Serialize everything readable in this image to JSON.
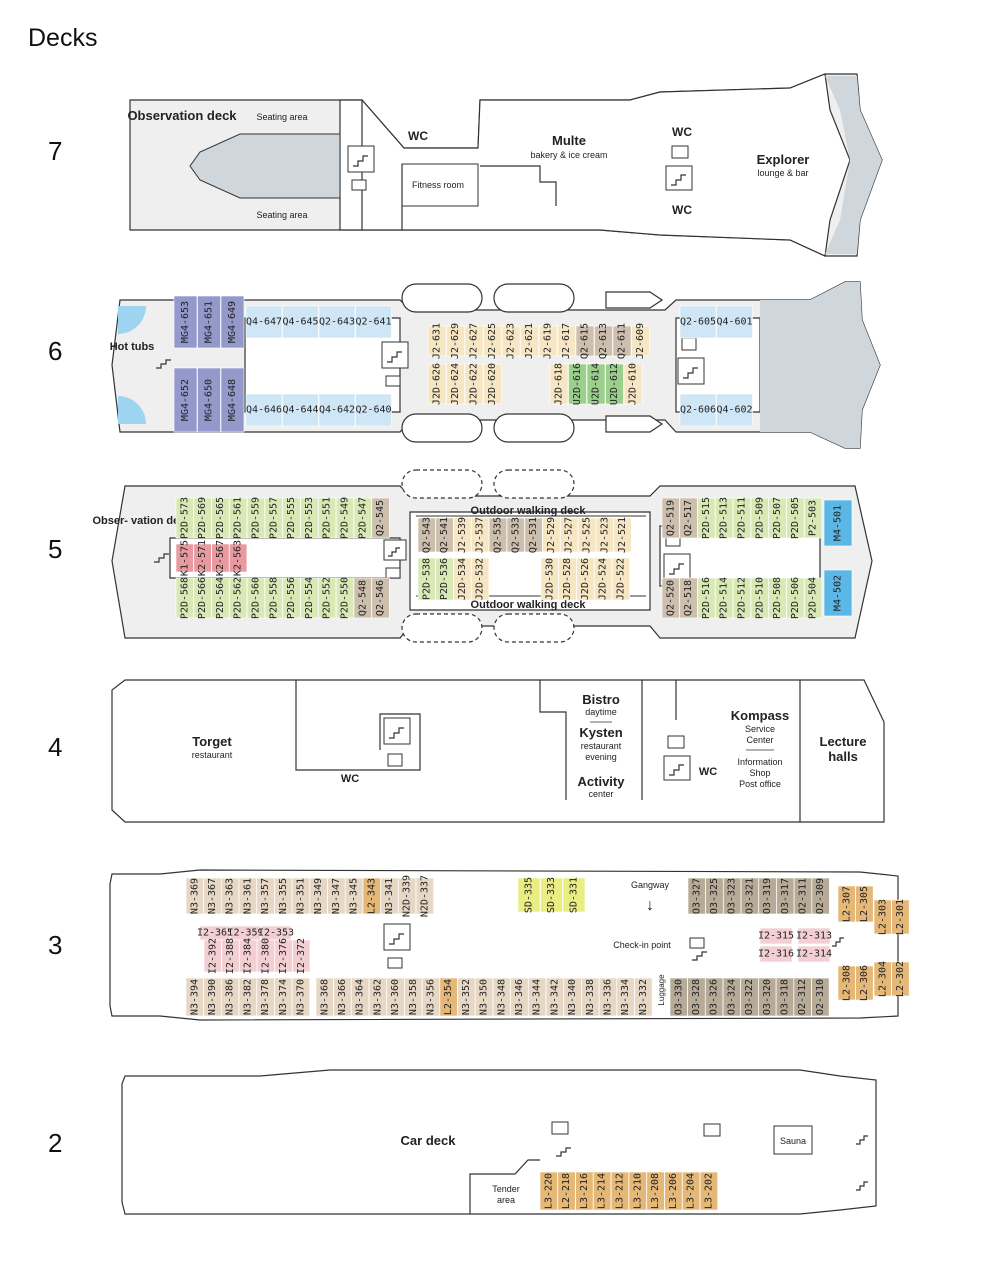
{
  "title": "Decks",
  "colors": {
    "MG4": "#9499cc",
    "Q": "#cfe6f6",
    "J2": "#f6e6c4",
    "Q2": "#cdbfae",
    "U2D": "#9bd08c",
    "P2D": "#d8e9b6",
    "P2": "#d8e9b6",
    "M4": "#5bb8e6",
    "K": "#e89aa0",
    "I2": "#f3cfd4",
    "N3": "#e7d8c6",
    "N2D": "#e7d8c6",
    "L2": "#e6b877",
    "L3": "#e6b877",
    "SD": "#eaed82",
    "O3": "#b7ab98"
  },
  "decks": [
    {
      "number": "7",
      "labels": {
        "observation": "Observation deck",
        "seating_top": "Seating area",
        "seating_bottom": "Seating area",
        "wc": "WC",
        "fitness": "Fitness room",
        "multe": "Multe",
        "multe_sub": "bakery & ice cream",
        "wc2": "WC",
        "wc3": "WC",
        "explorer": "Explorer",
        "explorer_sub": "lounge & bar"
      }
    },
    {
      "number": "6",
      "labels": {
        "hot_tubs": "Hot tubs"
      },
      "cabins": [
        {
          "id": "MG4-653",
          "cls": "MG4"
        },
        {
          "id": "MG4-651",
          "cls": "MG4"
        },
        {
          "id": "MG4-649",
          "cls": "MG4"
        },
        {
          "id": "Q4-647",
          "cls": "Q"
        },
        {
          "id": "Q4-645",
          "cls": "Q"
        },
        {
          "id": "Q2-643",
          "cls": "Q"
        },
        {
          "id": "Q2-641",
          "cls": "Q"
        },
        {
          "id": "MG4-652",
          "cls": "MG4"
        },
        {
          "id": "MG4-650",
          "cls": "MG4"
        },
        {
          "id": "MG4-648",
          "cls": "MG4"
        },
        {
          "id": "Q4-646",
          "cls": "Q"
        },
        {
          "id": "Q4-644",
          "cls": "Q"
        },
        {
          "id": "Q4-642",
          "cls": "Q"
        },
        {
          "id": "Q2-640",
          "cls": "Q"
        },
        {
          "id": "J2-631",
          "cls": "J2"
        },
        {
          "id": "J2-629",
          "cls": "J2"
        },
        {
          "id": "J2-627",
          "cls": "J2"
        },
        {
          "id": "J2-625",
          "cls": "J2"
        },
        {
          "id": "J2-623",
          "cls": "J2"
        },
        {
          "id": "J2-621",
          "cls": "J2"
        },
        {
          "id": "J2-619",
          "cls": "J2"
        },
        {
          "id": "J2-617",
          "cls": "J2"
        },
        {
          "id": "Q2-615",
          "cls": "Q2"
        },
        {
          "id": "Q2-613",
          "cls": "Q2"
        },
        {
          "id": "Q2-611",
          "cls": "Q2"
        },
        {
          "id": "J2-609",
          "cls": "J2"
        },
        {
          "id": "J2D-626",
          "cls": "J2"
        },
        {
          "id": "J2D-624",
          "cls": "J2"
        },
        {
          "id": "J2D-622",
          "cls": "J2"
        },
        {
          "id": "J2D-620",
          "cls": "J2"
        },
        {
          "id": "J2D-618",
          "cls": "J2"
        },
        {
          "id": "U2D-616",
          "cls": "U2D"
        },
        {
          "id": "U2D-614",
          "cls": "U2D"
        },
        {
          "id": "U2D-612",
          "cls": "U2D"
        },
        {
          "id": "J2D-610",
          "cls": "J2"
        },
        {
          "id": "Q2-605",
          "cls": "Q"
        },
        {
          "id": "Q4-601",
          "cls": "Q"
        },
        {
          "id": "Q2-606",
          "cls": "Q"
        },
        {
          "id": "Q4-602",
          "cls": "Q"
        }
      ]
    },
    {
      "number": "5",
      "labels": {
        "observation": "Obser- vation deck",
        "walk_top": "Outdoor walking deck",
        "walk_bottom": "Outdoor walking deck"
      },
      "cabins": [
        {
          "id": "P2D-573",
          "cls": "P2D"
        },
        {
          "id": "P2D-569",
          "cls": "P2D"
        },
        {
          "id": "P2D-565",
          "cls": "P2D"
        },
        {
          "id": "P2D-561",
          "cls": "P2D"
        },
        {
          "id": "P2D-559",
          "cls": "P2D"
        },
        {
          "id": "P2D-557",
          "cls": "P2D"
        },
        {
          "id": "P2D-555",
          "cls": "P2D"
        },
        {
          "id": "P2D-553",
          "cls": "P2D"
        },
        {
          "id": "P2D-551",
          "cls": "P2D"
        },
        {
          "id": "P2D-549",
          "cls": "P2D"
        },
        {
          "id": "P2D-547",
          "cls": "P2D"
        },
        {
          "id": "Q2-545",
          "cls": "Q2"
        },
        {
          "id": "K1-575",
          "cls": "K"
        },
        {
          "id": "K2-571",
          "cls": "K"
        },
        {
          "id": "K2-567",
          "cls": "K"
        },
        {
          "id": "K2-563",
          "cls": "K"
        },
        {
          "id": "P2D-568",
          "cls": "P2D"
        },
        {
          "id": "P2D-566",
          "cls": "P2D"
        },
        {
          "id": "P2D-564",
          "cls": "P2D"
        },
        {
          "id": "P2D-562",
          "cls": "P2D"
        },
        {
          "id": "P2D-560",
          "cls": "P2D"
        },
        {
          "id": "P2D-558",
          "cls": "P2D"
        },
        {
          "id": "P2D-556",
          "cls": "P2D"
        },
        {
          "id": "P2D-554",
          "cls": "P2D"
        },
        {
          "id": "P2D-552",
          "cls": "P2D"
        },
        {
          "id": "P2D-550",
          "cls": "P2D"
        },
        {
          "id": "Q2-548",
          "cls": "Q2"
        },
        {
          "id": "Q2-546",
          "cls": "Q2"
        },
        {
          "id": "Q2-543",
          "cls": "Q2"
        },
        {
          "id": "Q2-541",
          "cls": "Q2"
        },
        {
          "id": "J2-539",
          "cls": "J2"
        },
        {
          "id": "J2-537",
          "cls": "J2"
        },
        {
          "id": "Q2-535",
          "cls": "Q2"
        },
        {
          "id": "Q2-533",
          "cls": "Q2"
        },
        {
          "id": "Q2-531",
          "cls": "Q2"
        },
        {
          "id": "J2-529",
          "cls": "J2"
        },
        {
          "id": "J2-527",
          "cls": "J2"
        },
        {
          "id": "J2-525",
          "cls": "J2"
        },
        {
          "id": "J2-523",
          "cls": "J2"
        },
        {
          "id": "J2-521",
          "cls": "J2"
        },
        {
          "id": "P2D-538",
          "cls": "P2D"
        },
        {
          "id": "P2D-536",
          "cls": "P2D"
        },
        {
          "id": "J2D-534",
          "cls": "J2"
        },
        {
          "id": "J2D-532",
          "cls": "J2"
        },
        {
          "id": "J2D-530",
          "cls": "J2"
        },
        {
          "id": "J2D-528",
          "cls": "J2"
        },
        {
          "id": "J2D-526",
          "cls": "J2"
        },
        {
          "id": "J2D-524",
          "cls": "J2"
        },
        {
          "id": "J2D-522",
          "cls": "J2"
        },
        {
          "id": "Q2-519",
          "cls": "Q2"
        },
        {
          "id": "Q2-517",
          "cls": "Q2"
        },
        {
          "id": "P2D-515",
          "cls": "P2D"
        },
        {
          "id": "P2D-513",
          "cls": "P2D"
        },
        {
          "id": "P2D-511",
          "cls": "P2D"
        },
        {
          "id": "P2D-509",
          "cls": "P2D"
        },
        {
          "id": "P2D-507",
          "cls": "P2D"
        },
        {
          "id": "P2D-505",
          "cls": "P2D"
        },
        {
          "id": "P2-503",
          "cls": "P2"
        },
        {
          "id": "M4-501",
          "cls": "M4"
        },
        {
          "id": "Q2-520",
          "cls": "Q2"
        },
        {
          "id": "Q2-518",
          "cls": "Q2"
        },
        {
          "id": "P2D-516",
          "cls": "P2D"
        },
        {
          "id": "P2D-514",
          "cls": "P2D"
        },
        {
          "id": "P2D-512",
          "cls": "P2D"
        },
        {
          "id": "P2D-510",
          "cls": "P2D"
        },
        {
          "id": "P2D-508",
          "cls": "P2D"
        },
        {
          "id": "P2D-506",
          "cls": "P2D"
        },
        {
          "id": "P2D-504",
          "cls": "P2D"
        },
        {
          "id": "M4-502",
          "cls": "M4"
        }
      ]
    },
    {
      "number": "4",
      "labels": {
        "torget": "Torget",
        "torget_sub": "restaurant",
        "wc": "WC",
        "bistro": "Bistro",
        "bistro_sub": "daytime",
        "kysten": "Kysten",
        "kysten_sub1": "restaurant",
        "kysten_sub2": "evening",
        "activity": "Activity",
        "activity_sub": "center",
        "wc2": "WC",
        "kompass": "Kompass",
        "kompass_sub1": "Service",
        "kompass_sub2": "Center",
        "info1": "Information",
        "info2": "Shop",
        "info3": "Post office",
        "lecture1": "Lecture",
        "lecture2": "halls"
      }
    },
    {
      "number": "3",
      "labels": {
        "gangway": "Gangway",
        "checkin": "Check-in point",
        "luggage": "Luggage"
      },
      "cabins": [
        {
          "id": "N3-369",
          "cls": "N3"
        },
        {
          "id": "N3-367",
          "cls": "N3"
        },
        {
          "id": "N3-363",
          "cls": "N3"
        },
        {
          "id": "N3-361",
          "cls": "N3"
        },
        {
          "id": "N3-357",
          "cls": "N3"
        },
        {
          "id": "N3-355",
          "cls": "N3"
        },
        {
          "id": "N3-351",
          "cls": "N3"
        },
        {
          "id": "N3-349",
          "cls": "N3"
        },
        {
          "id": "N3-347",
          "cls": "N3"
        },
        {
          "id": "N3-345",
          "cls": "N3"
        },
        {
          "id": "L2-343",
          "cls": "L2"
        },
        {
          "id": "N3-341",
          "cls": "N3"
        },
        {
          "id": "N2D-339",
          "cls": "N2D"
        },
        {
          "id": "N2D-337",
          "cls": "N2D"
        },
        {
          "id": "SD-335",
          "cls": "SD"
        },
        {
          "id": "SD-333",
          "cls": "SD"
        },
        {
          "id": "SD-331",
          "cls": "SD"
        },
        {
          "id": "O3-327",
          "cls": "O3"
        },
        {
          "id": "O3-325",
          "cls": "O3"
        },
        {
          "id": "O3-323",
          "cls": "O3"
        },
        {
          "id": "O3-321",
          "cls": "O3"
        },
        {
          "id": "O3-319",
          "cls": "O3"
        },
        {
          "id": "O3-317",
          "cls": "O3"
        },
        {
          "id": "O2-311",
          "cls": "O3"
        },
        {
          "id": "O2-309",
          "cls": "O3"
        },
        {
          "id": "L2-307",
          "cls": "L2"
        },
        {
          "id": "L2-305",
          "cls": "L2"
        },
        {
          "id": "L2-303",
          "cls": "L2"
        },
        {
          "id": "L2-301",
          "cls": "L2"
        },
        {
          "id": "I2-365",
          "cls": "I2"
        },
        {
          "id": "I2-359",
          "cls": "I2"
        },
        {
          "id": "I2-353",
          "cls": "I2"
        },
        {
          "id": "I2-392",
          "cls": "I2"
        },
        {
          "id": "I2-388",
          "cls": "I2"
        },
        {
          "id": "I2-384",
          "cls": "I2"
        },
        {
          "id": "I2-380",
          "cls": "I2"
        },
        {
          "id": "I2-376",
          "cls": "I2"
        },
        {
          "id": "I2-372",
          "cls": "I2"
        },
        {
          "id": "I2-315",
          "cls": "I2"
        },
        {
          "id": "I2-313",
          "cls": "I2"
        },
        {
          "id": "I2-316",
          "cls": "I2"
        },
        {
          "id": "I2-314",
          "cls": "I2"
        },
        {
          "id": "N3-394",
          "cls": "N3"
        },
        {
          "id": "N3-390",
          "cls": "N3"
        },
        {
          "id": "N3-386",
          "cls": "N3"
        },
        {
          "id": "N3-382",
          "cls": "N3"
        },
        {
          "id": "N3-378",
          "cls": "N3"
        },
        {
          "id": "N3-374",
          "cls": "N3"
        },
        {
          "id": "N3-370",
          "cls": "N3"
        },
        {
          "id": "N3-368",
          "cls": "N3"
        },
        {
          "id": "N3-366",
          "cls": "N3"
        },
        {
          "id": "N3-364",
          "cls": "N3"
        },
        {
          "id": "N3-362",
          "cls": "N3"
        },
        {
          "id": "N3-360",
          "cls": "N3"
        },
        {
          "id": "N3-358",
          "cls": "N3"
        },
        {
          "id": "N3-356",
          "cls": "N3"
        },
        {
          "id": "L2-354",
          "cls": "L2"
        },
        {
          "id": "N3-352",
          "cls": "N3"
        },
        {
          "id": "N3-350",
          "cls": "N3"
        },
        {
          "id": "N3-348",
          "cls": "N3"
        },
        {
          "id": "N3-346",
          "cls": "N3"
        },
        {
          "id": "N3-344",
          "cls": "N3"
        },
        {
          "id": "N3-342",
          "cls": "N3"
        },
        {
          "id": "N3-340",
          "cls": "N3"
        },
        {
          "id": "N3-338",
          "cls": "N3"
        },
        {
          "id": "N3-336",
          "cls": "N3"
        },
        {
          "id": "N3-334",
          "cls": "N3"
        },
        {
          "id": "N3-332",
          "cls": "N3"
        },
        {
          "id": "O3-330",
          "cls": "O3"
        },
        {
          "id": "O3-328",
          "cls": "O3"
        },
        {
          "id": "O3-326",
          "cls": "O3"
        },
        {
          "id": "O3-324",
          "cls": "O3"
        },
        {
          "id": "O3-322",
          "cls": "O3"
        },
        {
          "id": "O3-320",
          "cls": "O3"
        },
        {
          "id": "O3-318",
          "cls": "O3"
        },
        {
          "id": "O2-312",
          "cls": "O3"
        },
        {
          "id": "O2-310",
          "cls": "O3"
        },
        {
          "id": "L2-308",
          "cls": "L2"
        },
        {
          "id": "L2-306",
          "cls": "L2"
        },
        {
          "id": "L2-304",
          "cls": "L2"
        },
        {
          "id": "L2-302",
          "cls": "L2"
        }
      ]
    },
    {
      "number": "2",
      "labels": {
        "car_deck": "Car deck",
        "tender1": "Tender",
        "tender2": "area",
        "sauna": "Sauna"
      },
      "cabins": [
        {
          "id": "L3-220",
          "cls": "L3"
        },
        {
          "id": "L2-218",
          "cls": "L2"
        },
        {
          "id": "L3-216",
          "cls": "L3"
        },
        {
          "id": "L3-214",
          "cls": "L3"
        },
        {
          "id": "L3-212",
          "cls": "L3"
        },
        {
          "id": "L3-210",
          "cls": "L3"
        },
        {
          "id": "L3-208",
          "cls": "L3"
        },
        {
          "id": "L3-206",
          "cls": "L3"
        },
        {
          "id": "L3-204",
          "cls": "L3"
        },
        {
          "id": "L3-202",
          "cls": "L3"
        }
      ]
    }
  ]
}
